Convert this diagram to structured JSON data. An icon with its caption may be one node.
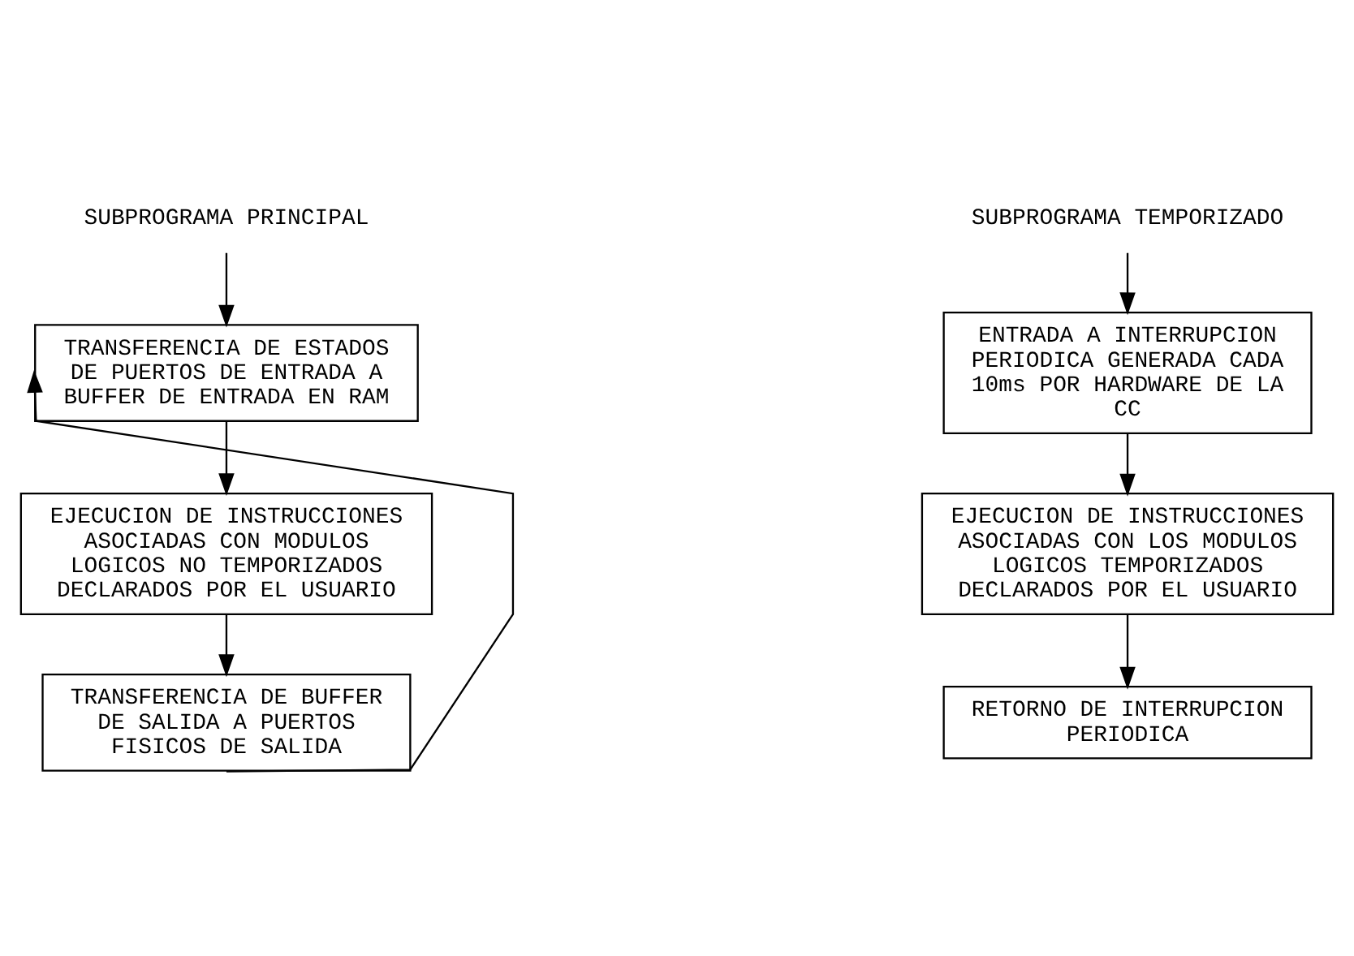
{
  "diagram": {
    "nodes": [
      {
        "text": [
          "SUBPROGRAMA PRINCIPAL"
        ]
      },
      {
        "text": [
          "TRANSFERENCIA DE ESTADOS DE PUERTOS DE ENTRADA A BUFFER DE ENTRADA EN RAM"
        ]
      },
      {
        "text": [
          "EJECUCION DE INSTRUCCIONES ASOCIADAS CON MODULOS LOGICOS NO TEMPORIZADOS DECLARADOS POR EL USUARIO"
        ]
      },
      {
        "text": [
          "TRANSFERENCIA DE BUFFER DE SALIDA A PUERTOS FISICOS DE SALIDA"
        ]
      },
      {
        "text": [
          "SUBPROGRAMA TEMPORIZADO"
        ]
      },
      {
        "text": [
          "ENTRADA A INTERRUPCION PERIODICA GENERADA CADA 10ms POR HARDWARE DE LA CC"
        ]
      },
      {
        "text": [
          "EJECUCION DE INSTRUCCIONES ASOCIADAS CON LOS MODULOS LOGICOS TEMPORIZADOS DECLARADOS POR EL USUARIO"
        ]
      },
      {
        "text": [
          "RETORNO DE INTERRUPCION PERIODICA"
        ]
      }
    ],
    "edges": [
      {
        "from": 0,
        "to": 1,
        "arrow": "to"
      },
      {
        "from": 1,
        "to": 2,
        "arrow": "to"
      },
      {
        "from": 2,
        "to": 3,
        "arrow": "to"
      },
      {
        "from": 3,
        "to": 1,
        "arrow": "to"
      },
      {
        "from": 4,
        "to": 5,
        "arrow": "to"
      },
      {
        "from": 5,
        "to": 6,
        "arrow": "to"
      },
      {
        "from": 6,
        "to": 7,
        "arrow": "to"
      }
    ]
  }
}
